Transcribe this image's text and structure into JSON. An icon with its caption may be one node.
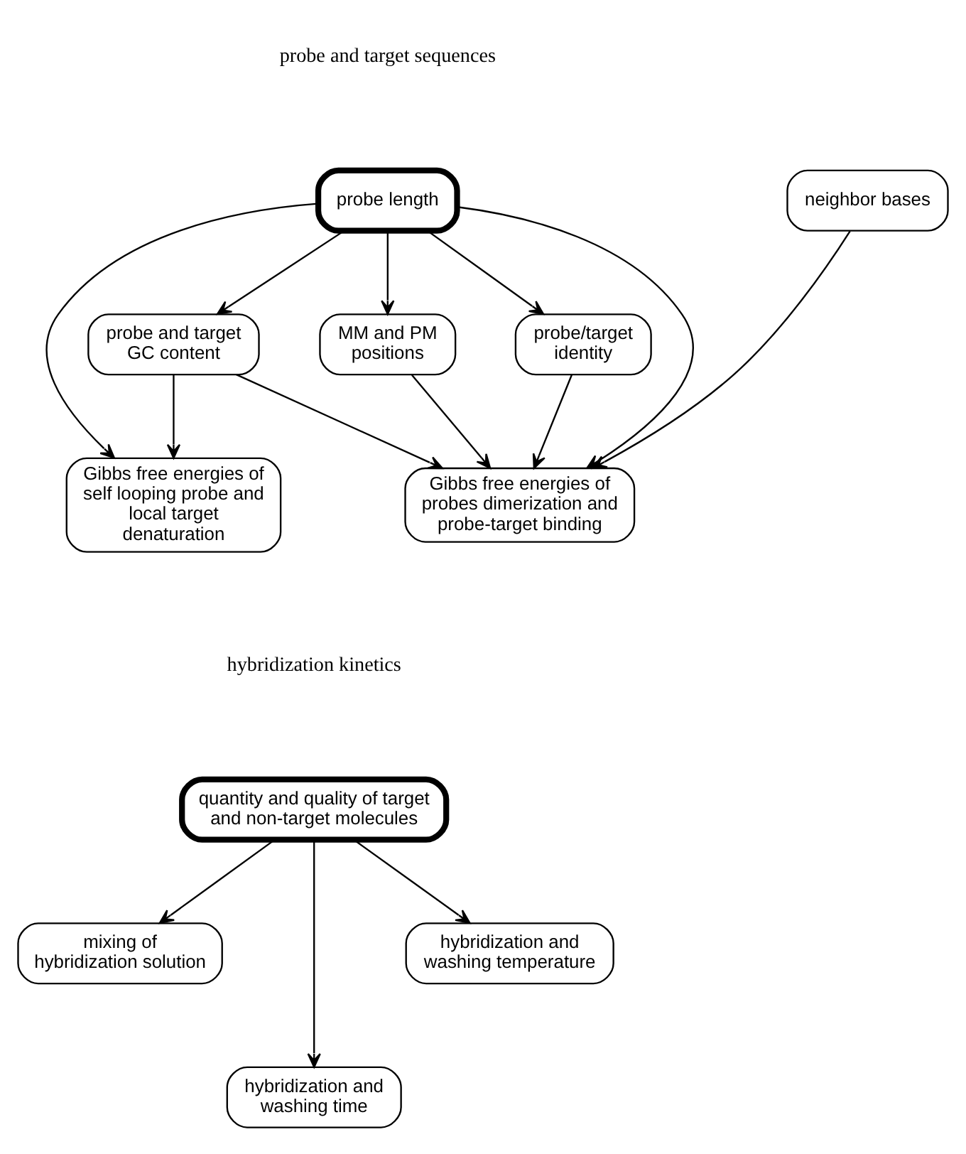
{
  "diagram": {
    "nodes": [
      {
        "text": [
          "probe length"
        ]
      },
      {
        "text": [
          "neighbor bases"
        ]
      },
      {
        "text": [
          "probe and target GC content"
        ]
      },
      {
        "text": [
          "MM and PM positions"
        ]
      },
      {
        "text": [
          "probe/target identity"
        ]
      },
      {
        "text": [
          "Gibbs free energies of self looping probe and local target denaturation"
        ]
      },
      {
        "text": [
          "Gibbs free energies of probes dimerization and probe-target binding"
        ]
      },
      {
        "text": [
          "quantity and quality of target and non-target molecules"
        ]
      },
      {
        "text": [
          "mixing of hybridization solution"
        ]
      },
      {
        "text": [
          "hybridization and washing time"
        ]
      },
      {
        "text": [
          "hybridization and washing temperature"
        ]
      }
    ],
    "edges": [
      {
        "from": 0,
        "to": 2,
        "arrow": "to"
      },
      {
        "from": 0,
        "to": 5,
        "arrow": "to"
      },
      {
        "from": 0,
        "to": 3,
        "arrow": "to"
      },
      {
        "from": 0,
        "to": 6,
        "arrow": "to"
      },
      {
        "from": 0,
        "to": 4,
        "arrow": "to"
      },
      {
        "from": 1,
        "to": 6,
        "arrow": "to"
      },
      {
        "from": 2,
        "to": 5,
        "arrow": "to"
      },
      {
        "from": 2,
        "to": 6,
        "arrow": "to"
      },
      {
        "from": 3,
        "to": 6,
        "arrow": "to"
      },
      {
        "from": 4,
        "to": 6,
        "arrow": "to"
      },
      {
        "from": 7,
        "to": 8,
        "arrow": "to"
      },
      {
        "from": 7,
        "to": 9,
        "arrow": "to"
      },
      {
        "from": 7,
        "to": 10,
        "arrow": "to"
      }
    ],
    "labels": [
      "probe and target sequences",
      "hybridization kinetics"
    ]
  }
}
